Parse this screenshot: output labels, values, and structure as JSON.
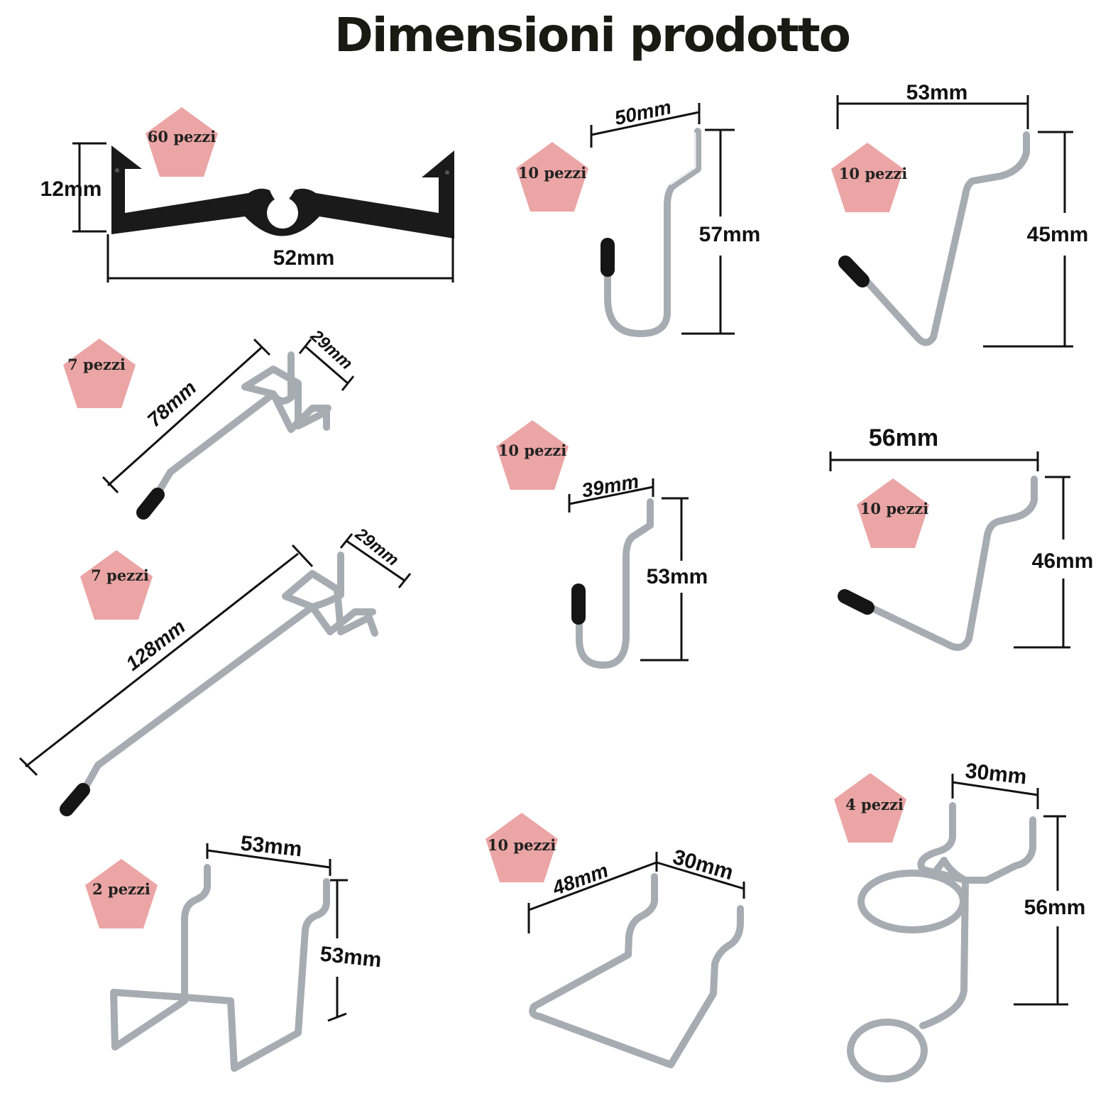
{
  "title": "Dimensioni prodotto",
  "colors": {
    "badge": "#eba5a5",
    "wire": "#a7acb3",
    "cap": "#151515",
    "clip": "#1a1a1a"
  },
  "items": [
    {
      "id": "clip",
      "qty": "60 pezzi",
      "dims": [
        "12mm",
        "52mm"
      ]
    },
    {
      "id": "j-hook-lg",
      "qty": "10 pezzi",
      "dims": [
        "50mm",
        "57mm"
      ]
    },
    {
      "id": "l-hook-tr",
      "qty": "10 pezzi",
      "dims": [
        "53mm",
        "45mm"
      ]
    },
    {
      "id": "peg-78",
      "qty": "7 pezzi",
      "dims": [
        "78mm",
        "29mm"
      ]
    },
    {
      "id": "peg-128",
      "qty": "7 pezzi",
      "dims": [
        "128mm",
        "29mm"
      ]
    },
    {
      "id": "j-hook-sm",
      "qty": "10 pezzi",
      "dims": [
        "39mm",
        "53mm"
      ]
    },
    {
      "id": "l-hook-mr",
      "qty": "10 pezzi",
      "dims": [
        "56mm",
        "46mm"
      ]
    },
    {
      "id": "holder-bl",
      "qty": "2 pezzi",
      "dims": [
        "53mm",
        "53mm"
      ]
    },
    {
      "id": "holder-bc",
      "qty": "10 pezzi",
      "dims": [
        "48mm",
        "30mm"
      ]
    },
    {
      "id": "ring-br",
      "qty": "4 pezzi",
      "dims": [
        "30mm",
        "56mm"
      ]
    }
  ]
}
